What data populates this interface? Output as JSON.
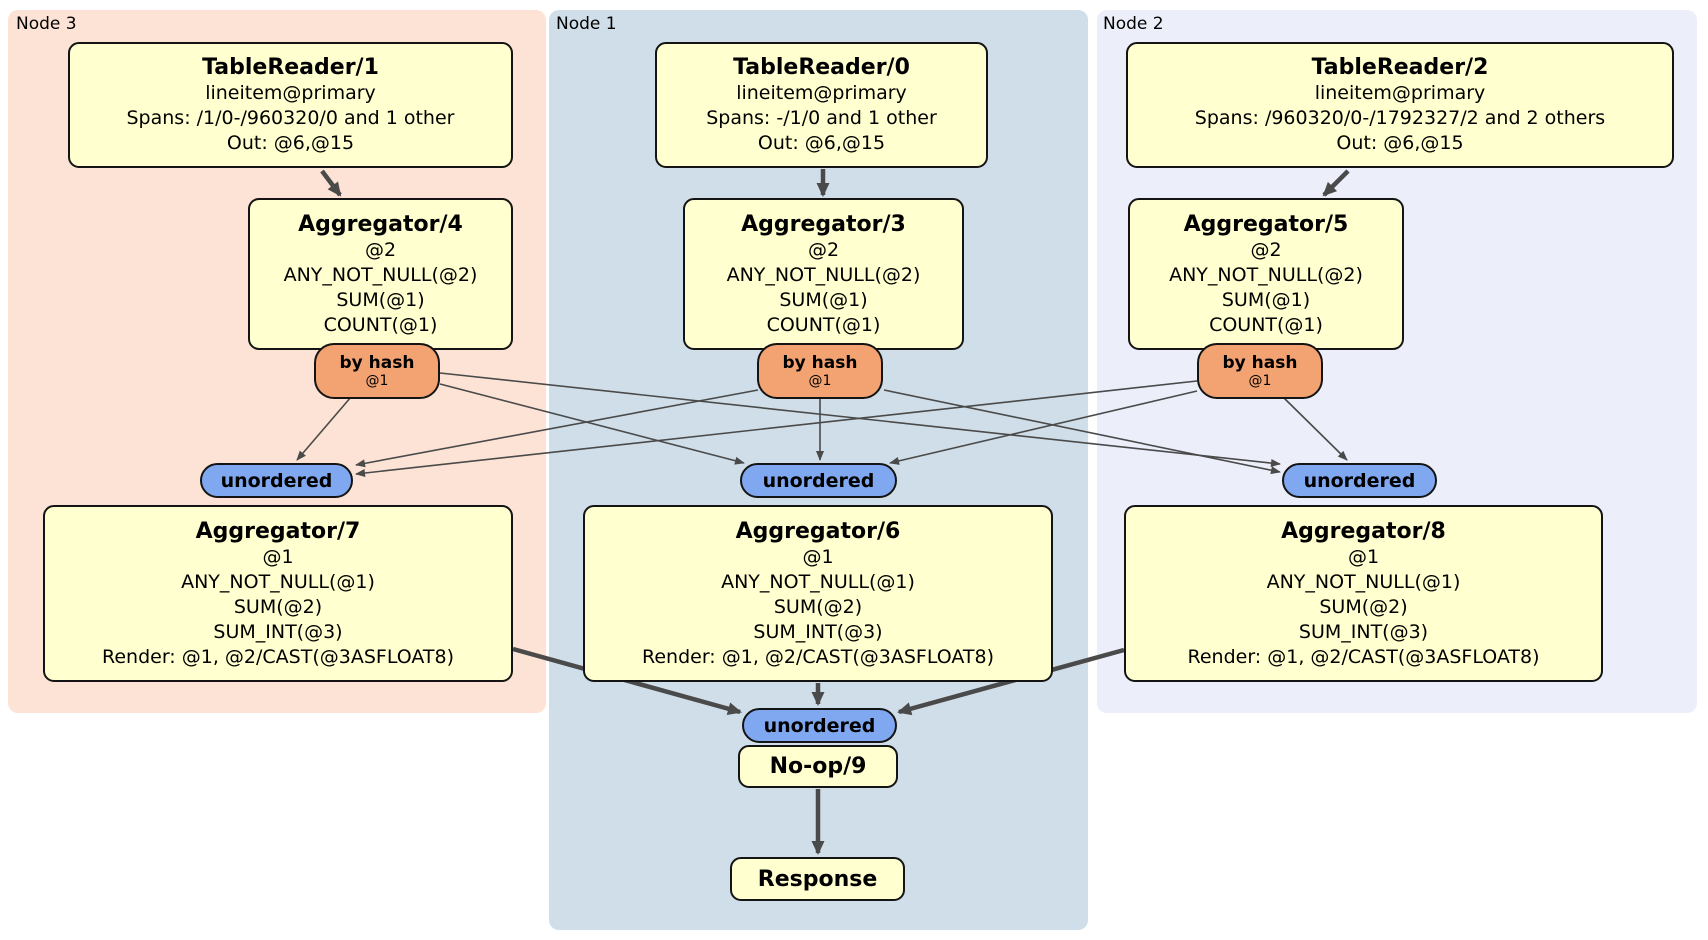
{
  "regions": [
    {
      "id": "node3",
      "label": "Node 3"
    },
    {
      "id": "node1",
      "label": "Node 1"
    },
    {
      "id": "node2",
      "label": "Node 2"
    }
  ],
  "processors": {
    "tr1": {
      "title": "TableReader/1",
      "lines": [
        "lineitem@primary",
        "Spans: /1/0-/960320/0 and 1 other",
        "Out: @6,@15"
      ]
    },
    "tr0": {
      "title": "TableReader/0",
      "lines": [
        "lineitem@primary",
        "Spans: -/1/0 and 1 other",
        "Out: @6,@15"
      ]
    },
    "tr2": {
      "title": "TableReader/2",
      "lines": [
        "lineitem@primary",
        "Spans: /960320/0-/1792327/2 and 2 others",
        "Out: @6,@15"
      ]
    },
    "agg4": {
      "title": "Aggregator/4",
      "lines": [
        "@2",
        "ANY_NOT_NULL(@2)",
        "SUM(@1)",
        "COUNT(@1)"
      ]
    },
    "agg3": {
      "title": "Aggregator/3",
      "lines": [
        "@2",
        "ANY_NOT_NULL(@2)",
        "SUM(@1)",
        "COUNT(@1)"
      ]
    },
    "agg5": {
      "title": "Aggregator/5",
      "lines": [
        "@2",
        "ANY_NOT_NULL(@2)",
        "SUM(@1)",
        "COUNT(@1)"
      ]
    },
    "agg7": {
      "title": "Aggregator/7",
      "lines": [
        "@1",
        "ANY_NOT_NULL(@1)",
        "SUM(@2)",
        "SUM_INT(@3)",
        "Render: @1, @2/CAST(@3ASFLOAT8)"
      ]
    },
    "agg6": {
      "title": "Aggregator/6",
      "lines": [
        "@1",
        "ANY_NOT_NULL(@1)",
        "SUM(@2)",
        "SUM_INT(@3)",
        "Render: @1, @2/CAST(@3ASFLOAT8)"
      ]
    },
    "agg8": {
      "title": "Aggregator/8",
      "lines": [
        "@1",
        "ANY_NOT_NULL(@1)",
        "SUM(@2)",
        "SUM_INT(@3)",
        "Render: @1, @2/CAST(@3ASFLOAT8)"
      ]
    },
    "noop": {
      "title": "No-op/9"
    },
    "response": {
      "title": "Response"
    }
  },
  "router": {
    "label": "by hash",
    "key": "@1"
  },
  "sync": {
    "label": "unordered"
  },
  "colors": {
    "node3_bg": "#fce3d5",
    "node1_bg": "#cfdee8",
    "node2_bg": "#eceefa",
    "processor_fill": "#ffffcf",
    "router_fill": "#f2a371",
    "sync_fill": "#7fa8f0",
    "edge": "#4a4a4a"
  }
}
